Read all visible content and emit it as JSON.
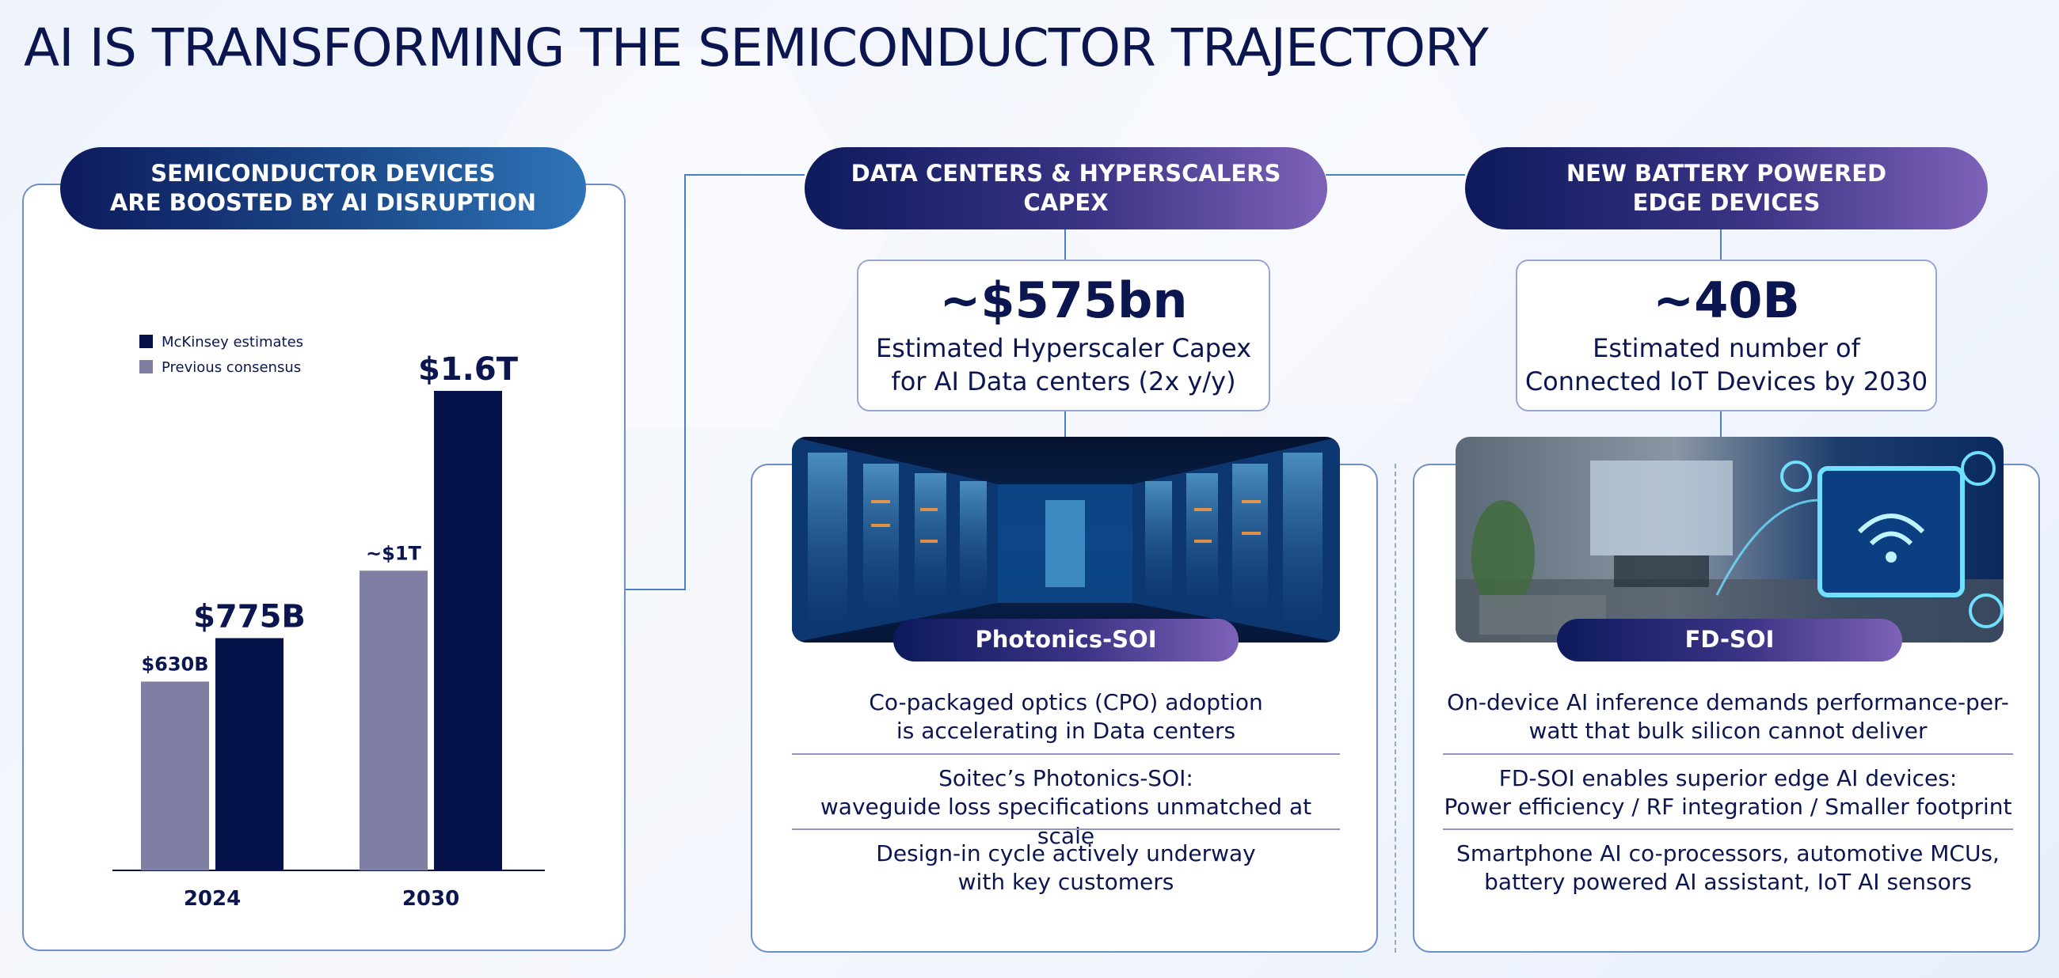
{
  "title": "AI IS TRANSFORMING THE SEMICONDUCTOR TRAJECTORY",
  "left_panel": {
    "header_line1": "SEMICONDUCTOR DEVICES",
    "header_line2": "ARE BOOSTED BY AI DISRUPTION"
  },
  "chart_data": {
    "type": "bar",
    "categories": [
      "2024",
      "2030"
    ],
    "series": [
      {
        "name": "Previous consensus",
        "values": [
          630,
          1000
        ],
        "labels": [
          "$630B",
          "~$1T"
        ],
        "color": "#7f7ea3"
      },
      {
        "name": "McKinsey estimates",
        "values": [
          775,
          1600
        ],
        "labels": [
          "$775B",
          "$1.6T"
        ],
        "color": "#06124a"
      }
    ],
    "legend": [
      "McKinsey estimates",
      "Previous consensus"
    ],
    "legend_position": "top-left",
    "grid": false,
    "ylim": [
      0,
      1600
    ]
  },
  "data_center": {
    "header": "DATA CENTERS & HYPERSCALERS CAPEX",
    "stat_value": "~$575bn",
    "stat_line1": "Estimated Hyperscaler Capex",
    "stat_line2": "for AI Data centers (2x y/y)",
    "tech_label": "Photonics-SOI",
    "image_icon": "server-racks-image",
    "bullets": [
      {
        "line1": "Co-packaged optics (CPO) adoption",
        "line2": "is accelerating in Data centers"
      },
      {
        "line1": "Soitec’s Photonics-SOI:",
        "line2": "waveguide loss specifications unmatched at scale"
      },
      {
        "line1": "Design-in cycle actively underway",
        "line2": "with key customers"
      }
    ]
  },
  "edge": {
    "header_line1": "NEW BATTERY POWERED",
    "header_line2": "EDGE DEVICES",
    "stat_value": "~40B",
    "stat_line1": "Estimated number of",
    "stat_line2": "Connected IoT Devices by 2030",
    "tech_label": "FD-SOI",
    "image_icon": "smart-home-image",
    "bullets": [
      {
        "line1": "On-device AI inference demands performance-per-",
        "line2": "watt that bulk silicon cannot deliver"
      },
      {
        "line1": "FD-SOI enables superior edge AI devices:",
        "line2": "Power efficiency / RF integration / Smaller footprint"
      },
      {
        "line1": "Smartphone AI co-processors, automotive MCUs,",
        "line2": "battery powered AI assistant, IoT AI sensors"
      }
    ]
  },
  "colors": {
    "navy": "#0b1650",
    "accent_blue": "#2f74b8",
    "accent_purple": "#7d62b8",
    "bar_previous": "#7f7ea3",
    "bar_mckinsey": "#06124a"
  }
}
